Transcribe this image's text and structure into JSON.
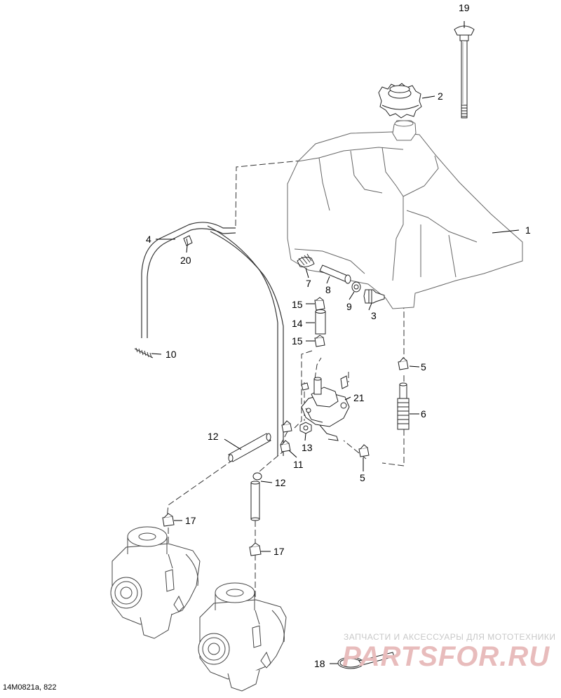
{
  "figure_code": "14M0821a, 822",
  "watermark": {
    "tagline": "ЗАПЧАСТИ И АКСЕССУАРЫ ДЛЯ МОТОТЕХНИКИ",
    "brand": "PARTSFOR.RU"
  },
  "callouts": {
    "c1": "1",
    "c2": "2",
    "c3": "3",
    "c4": "4",
    "c5a": "5",
    "c5b": "5",
    "c6": "6",
    "c7": "7",
    "c8": "8",
    "c9": "9",
    "c10": "10",
    "c11": "11",
    "c12a": "12",
    "c12b": "12",
    "c13": "13",
    "c14": "14",
    "c15a": "15",
    "c15b": "15",
    "c17a": "17",
    "c17b": "17",
    "c18": "18",
    "c19": "19",
    "c20": "20",
    "c21": "21"
  }
}
